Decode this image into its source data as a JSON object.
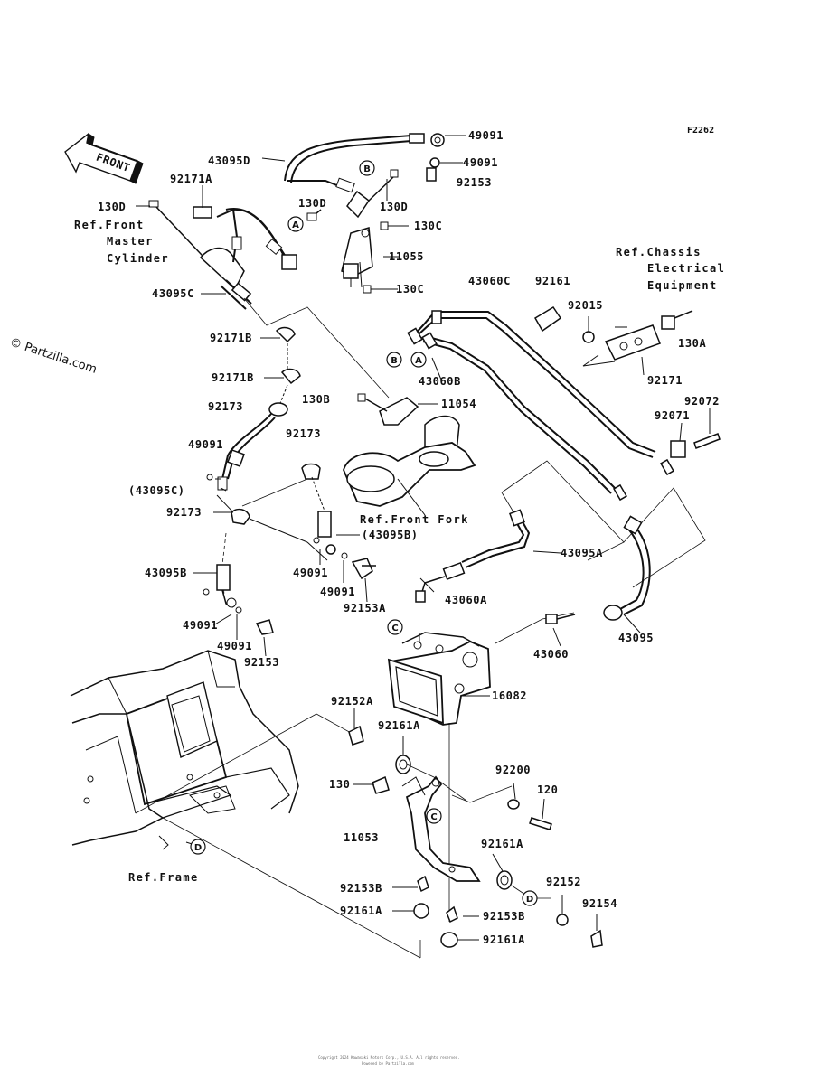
{
  "figure_code": "F2262",
  "watermark": "© Partzilla.com",
  "front_label": "FRONT",
  "refs": {
    "front_master_cylinder": [
      "Ref.Front",
      "Master",
      "Cylinder"
    ],
    "chassis_electrical": [
      "Ref.Chassis",
      "Electrical",
      "Equipment"
    ],
    "front_fork": "Ref.Front Fork",
    "frame": "Ref.Frame"
  },
  "parts": {
    "p49091_a": "49091",
    "p49091_b": "49091",
    "p43095D": "43095D",
    "p92153_top": "92153",
    "p92171A": "92171A",
    "p130D_left": "130D",
    "p130D_mid": "130D",
    "p130D_right": "130D",
    "p130C_top": "130C",
    "p11055": "11055",
    "p130C_bottom": "130C",
    "p43095C": "43095C",
    "p43060C": "43060C",
    "p92161_top": "92161",
    "p92015": "92015",
    "p130A": "130A",
    "p43060B": "43060B",
    "p92171B_a": "92171B",
    "p92171B_b": "92171B",
    "p92173_a": "92173",
    "p130B": "130B",
    "p11054": "11054",
    "p92173_b": "92173",
    "p92171": "92171",
    "p92072": "92072",
    "p92071": "92071",
    "p49091_c": "49091",
    "p43095C_paren": "(43095C)",
    "p92173_c": "92173",
    "p43095B_paren": "(43095B)",
    "p43095A": "43095A",
    "p43095B": "43095B",
    "p49091_d": "49091",
    "p49091_e": "49091",
    "p92153A": "92153A",
    "p43060A": "43060A",
    "p49091_f": "49091",
    "p49091_g": "49091",
    "p92153_mid": "92153",
    "p43060": "43060",
    "p43095": "43095",
    "p16082": "16082",
    "p92152A": "92152A",
    "p92161A_a": "92161A",
    "p92200": "92200",
    "p130": "130",
    "p120": "120",
    "p11053": "11053",
    "p92161A_b": "92161A",
    "p92152": "92152",
    "p92154": "92154",
    "p92153B_a": "92153B",
    "p92153B_b": "92153B",
    "p92161A_c": "92161A",
    "p92161A_d": "92161A"
  },
  "callouts": {
    "a1": "A",
    "a2": "A",
    "b1": "B",
    "b2": "B",
    "c1": "C",
    "c2": "C",
    "d1": "D",
    "d2": "D"
  },
  "footer": [
    "Copyright 2024 Kawasaki Motors Corp., U.S.A. All rights reserved.",
    "Powered by Partzilla.com"
  ]
}
